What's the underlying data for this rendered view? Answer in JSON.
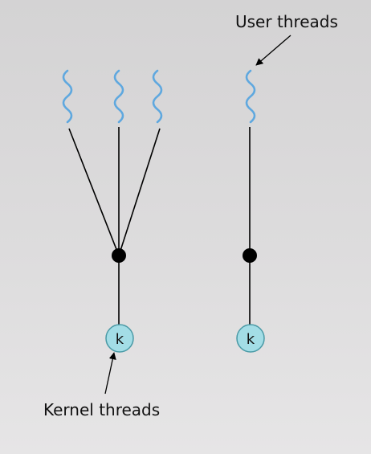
{
  "labels": {
    "user_threads": "User threads",
    "kernel_threads": "Kernel threads"
  },
  "kernel_node_label": "k",
  "colors": {
    "thread_wave": "#5fa8df",
    "kernel_fill": "#a3dde6",
    "kernel_stroke": "#4a9aa6",
    "junction": "#000000",
    "line": "#000000",
    "background": "#dcdbdc"
  }
}
